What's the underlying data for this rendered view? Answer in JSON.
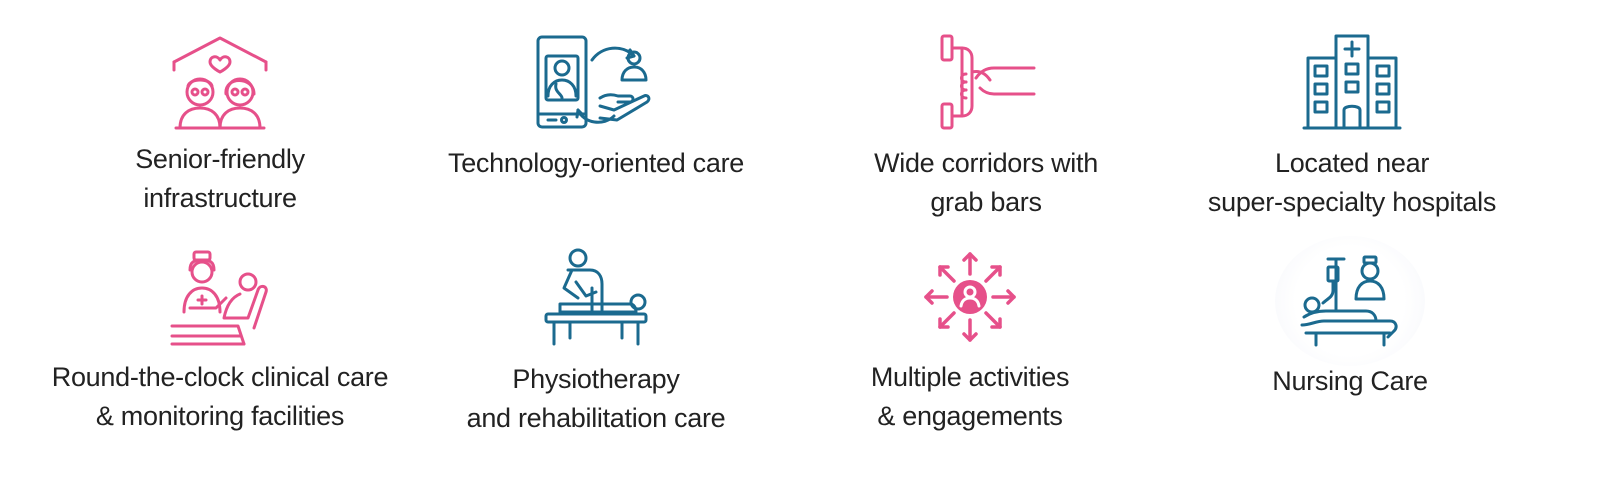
{
  "colors": {
    "pink": "#e6508a",
    "blue": "#1b6a8f",
    "text": "#222222"
  },
  "features": [
    {
      "icon": "senior-couple-home-icon",
      "color": "pink",
      "lines": [
        "Senior-friendly",
        "infrastructure"
      ]
    },
    {
      "icon": "telehealth-icon",
      "color": "blue",
      "lines": [
        "Technology-oriented care"
      ]
    },
    {
      "icon": "grab-bar-icon",
      "color": "pink",
      "lines": [
        "Wide corridors with",
        "grab bars"
      ]
    },
    {
      "icon": "hospital-building-icon",
      "color": "blue",
      "lines": [
        "Located near",
        "super-specialty hospitals"
      ]
    },
    {
      "icon": "nurse-patient-icon",
      "color": "pink",
      "lines": [
        "Round-the-clock clinical care",
        "& monitoring facilities"
      ]
    },
    {
      "icon": "physiotherapy-icon",
      "color": "blue",
      "lines": [
        "Physiotherapy",
        "and rehabilitation care"
      ]
    },
    {
      "icon": "activities-icon",
      "color": "pink",
      "lines": [
        "Multiple activities",
        "& engagements"
      ]
    },
    {
      "icon": "nursing-bed-icon",
      "color": "blue",
      "lines": [
        "Nursing Care"
      ]
    }
  ]
}
